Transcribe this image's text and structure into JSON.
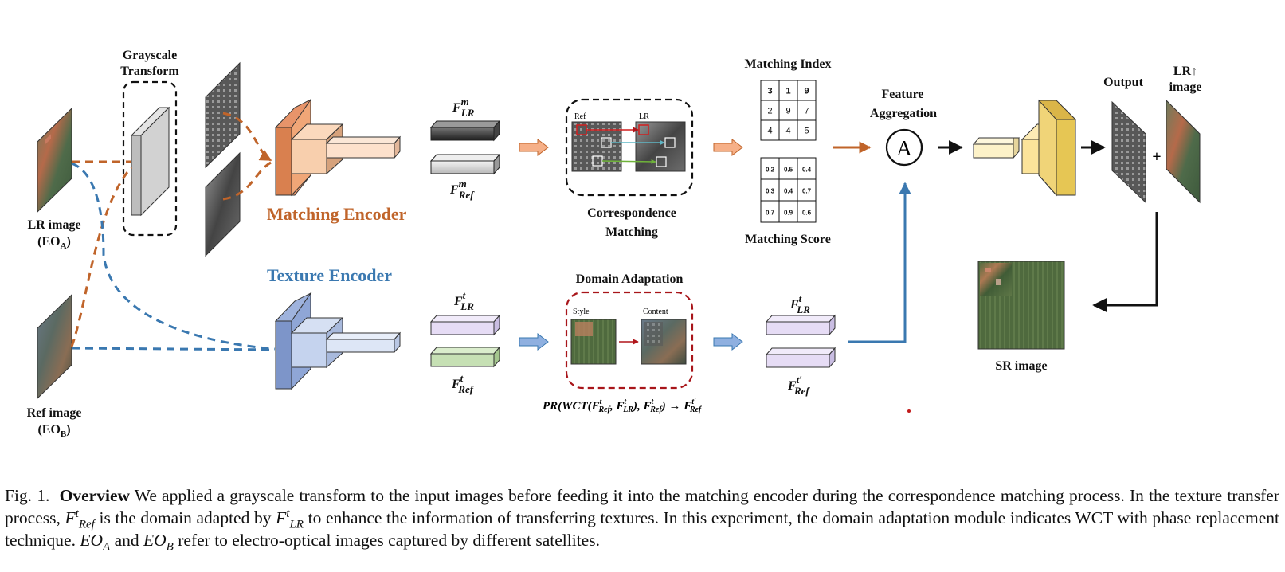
{
  "inputs": {
    "lr_image": [
      "LR image",
      "(EO",
      "A",
      ")"
    ],
    "ref_image": [
      "Ref image",
      "(EO",
      "B",
      ")"
    ]
  },
  "grayscale": [
    "Grayscale",
    "Transform"
  ],
  "matching_encoder": "Matching Encoder",
  "texture_encoder": "Texture Encoder",
  "features": {
    "f_base": "F",
    "lr_sub": "LR",
    "ref_sub": "Ref",
    "m_sup": "m",
    "t_sup": "t",
    "t_prime_sup": "t′"
  },
  "correspondence": {
    "title": [
      "Correspondence",
      "Matching"
    ],
    "ref_tag": "Ref",
    "lr_tag": "LR"
  },
  "matching_index": {
    "title": "Matching Index",
    "rows": [
      [
        "3",
        "1",
        "9"
      ],
      [
        "2",
        "9",
        "7"
      ],
      [
        "4",
        "4",
        "5"
      ]
    ]
  },
  "matching_score": {
    "title": "Matching Score",
    "rows": [
      [
        "0.2",
        "0.5",
        "0.4"
      ],
      [
        "0.3",
        "0.4",
        "0.7"
      ],
      [
        "0.7",
        "0.9",
        "0.6"
      ]
    ]
  },
  "domain_adaptation": {
    "title": "Domain Adaptation",
    "style_tag": "Style",
    "content_tag": "Content",
    "formula": "PR(WCT(F",
    "formula_parts": [
      "PR(WCT(F",
      "t",
      "Ref",
      ", F",
      "t",
      "LR",
      "), F",
      "t",
      "Ref",
      ") → F",
      "t′",
      "Ref"
    ]
  },
  "aggregation": {
    "title": [
      "Feature",
      "Aggregation"
    ],
    "symbol": "A"
  },
  "output": {
    "output_label": "Output",
    "plus": "+",
    "lr_up": [
      "LR↑",
      "image"
    ],
    "sr_image": "SR image"
  },
  "caption": {
    "fig": "Fig. 1.",
    "bold": "Overview",
    "t1": " We applied a grayscale transform to the input images before feeding it into the matching encoder during the correspondence matching process. In the texture transfer process, ",
    "t2": " is the domain adapted by ",
    "t3": " to enhance the information of transferring textures. In this experiment, the domain adaptation module indicates WCT with phase replacement technique. ",
    "t4": " and ",
    "t5": " refer to electro-optical images captured by different satellites.",
    "sym_f": "F",
    "sym_ref": "Ref",
    "sym_lr": "LR",
    "sym_t": "t",
    "sym_eo": "EO",
    "sym_a": "A",
    "sym_b": "B"
  },
  "colors": {
    "orange": "#c0642a",
    "blue": "#3a78b0",
    "red_dash": "#a8151a",
    "matching_block": "#f6c7a4",
    "texture_block": "#b8c9ea",
    "output_block": "#f6df8c"
  }
}
